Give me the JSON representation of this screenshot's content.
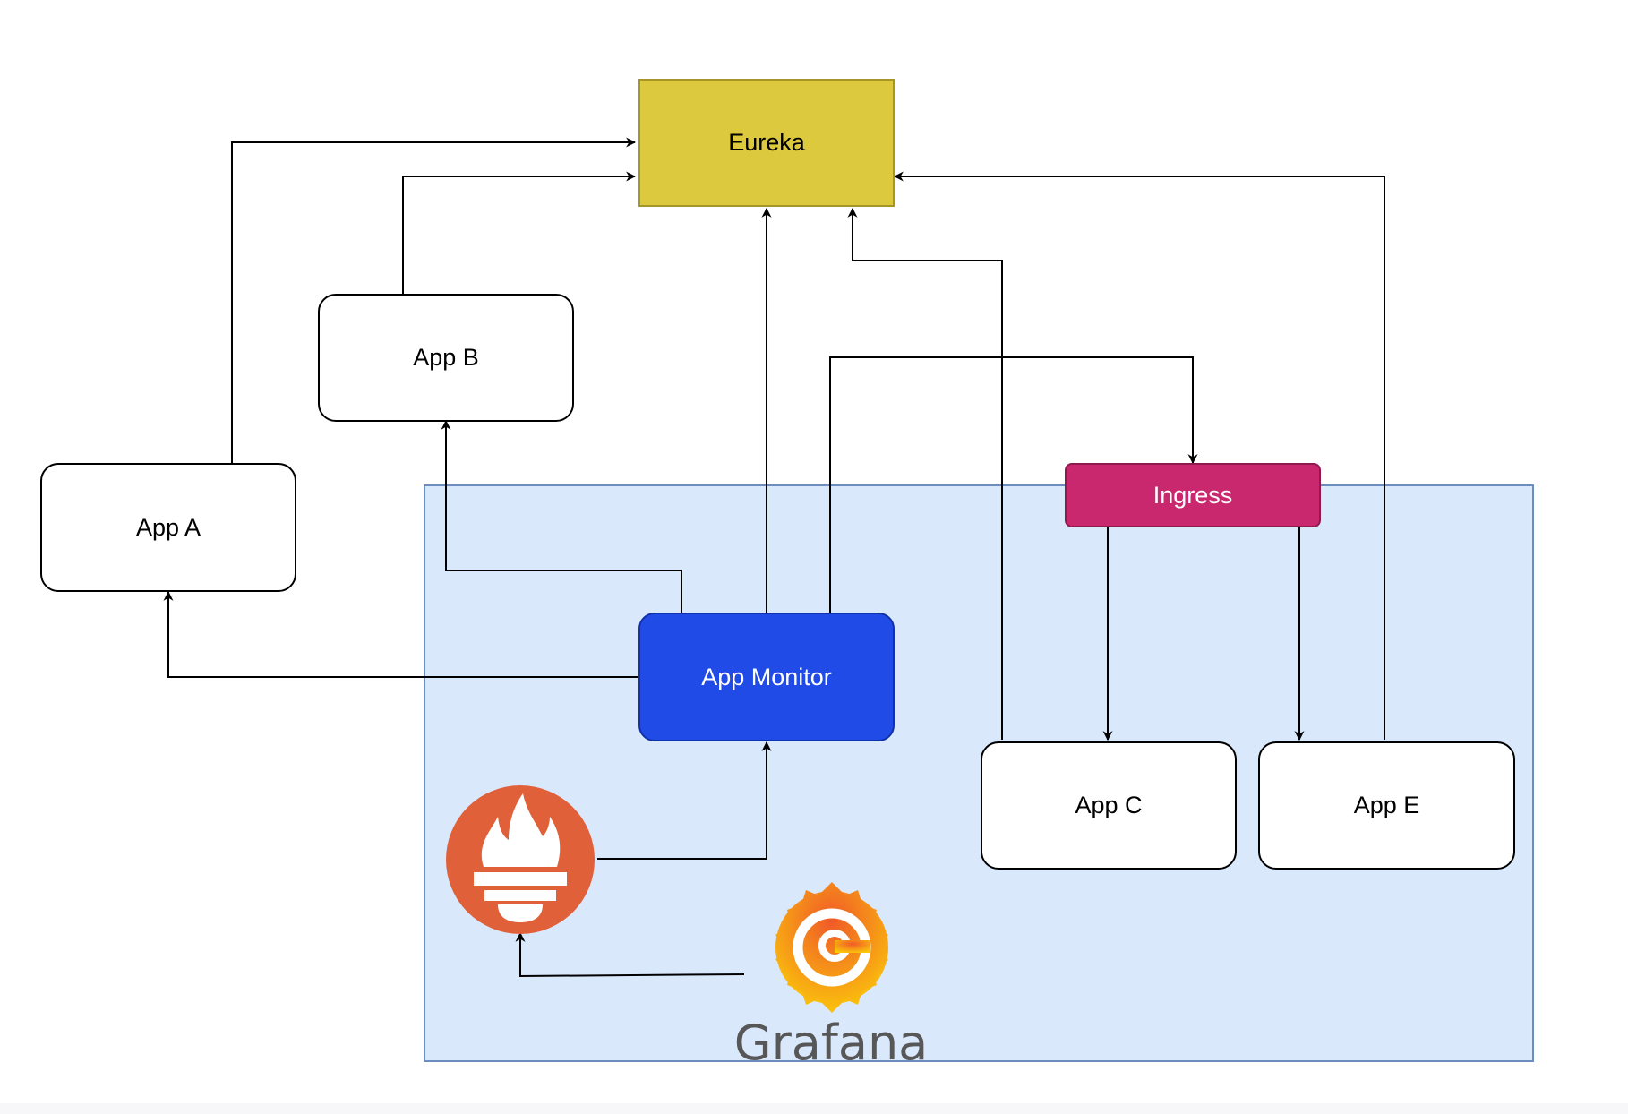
{
  "colors": {
    "cluster_fill": "#dae8fc",
    "eureka_fill": "#ddc93e",
    "monitor_fill": "#204be6",
    "ingress_fill": "#c9276e",
    "prometheus": "#e0603a",
    "grafana_orange": "#f05a28",
    "grafana_yellow": "#fbca0a",
    "grafana_text": "#575757",
    "edge": "#000000"
  },
  "nodes": {
    "eureka": "Eureka",
    "app_a": "App A",
    "app_b": "App B",
    "app_c": "App C",
    "app_e": "App E",
    "app_monitor": "App Monitor",
    "ingress": "Ingress"
  },
  "logos": {
    "prometheus": {
      "icon": "prometheus-icon"
    },
    "grafana": {
      "icon": "grafana-icon",
      "wordmark": "Grafana"
    }
  },
  "edges": [
    {
      "from": "app_a",
      "to": "eureka"
    },
    {
      "from": "app_b",
      "to": "eureka"
    },
    {
      "from": "app_monitor",
      "to": "eureka"
    },
    {
      "from": "app_c",
      "to": "eureka"
    },
    {
      "from": "app_e",
      "to": "eureka"
    },
    {
      "from": "app_monitor",
      "to": "app_b"
    },
    {
      "from": "app_monitor",
      "to": "app_a"
    },
    {
      "from": "app_monitor",
      "to": "ingress"
    },
    {
      "from": "ingress",
      "to": "app_c"
    },
    {
      "from": "ingress",
      "to": "app_e"
    },
    {
      "from": "prometheus",
      "to": "app_monitor"
    },
    {
      "from": "grafana",
      "to": "prometheus"
    }
  ]
}
